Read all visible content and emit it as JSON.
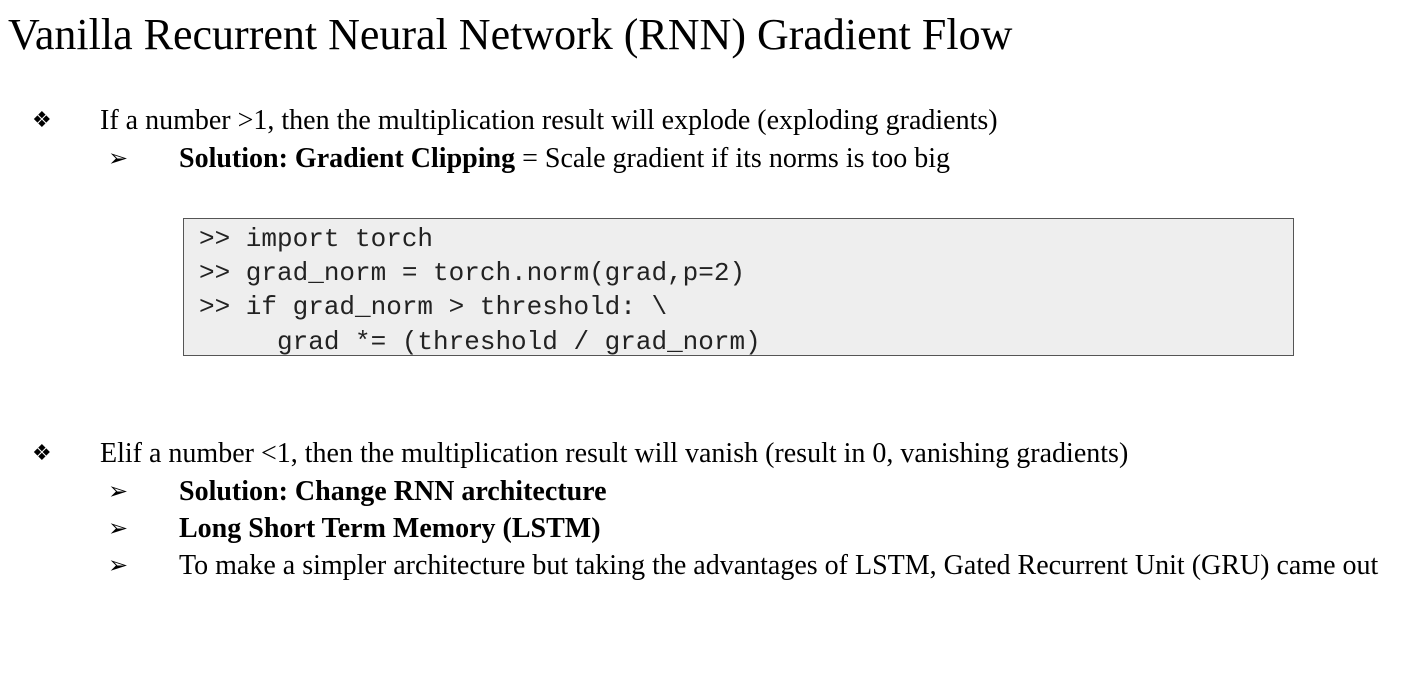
{
  "title": "Vanilla Recurrent Neural Network (RNN) Gradient Flow",
  "bullet_glyph": "❖",
  "arrow_glyph": "➢",
  "section1": {
    "text": "If a number >1, then the multiplication result will explode (exploding gradients)",
    "sub": {
      "bold": "Solution: Gradient Clipping",
      "rest": " = Scale gradient if its norms is too big"
    }
  },
  "code": [
    ">> import torch",
    ">> grad_norm = torch.norm(grad,p=2)",
    ">> if grad_norm > threshold: \\",
    "     grad *= (threshold / grad_norm)"
  ],
  "section2": {
    "text": "Elif a number <1, then the multiplication result will vanish (result in 0, vanishing gradients)",
    "subs": [
      "Solution: Change RNN architecture",
      "Long Short Term Memory (LSTM)",
      "To make a simpler architecture but taking the advantages of LSTM, Gated Recurrent Unit (GRU) came out"
    ]
  }
}
